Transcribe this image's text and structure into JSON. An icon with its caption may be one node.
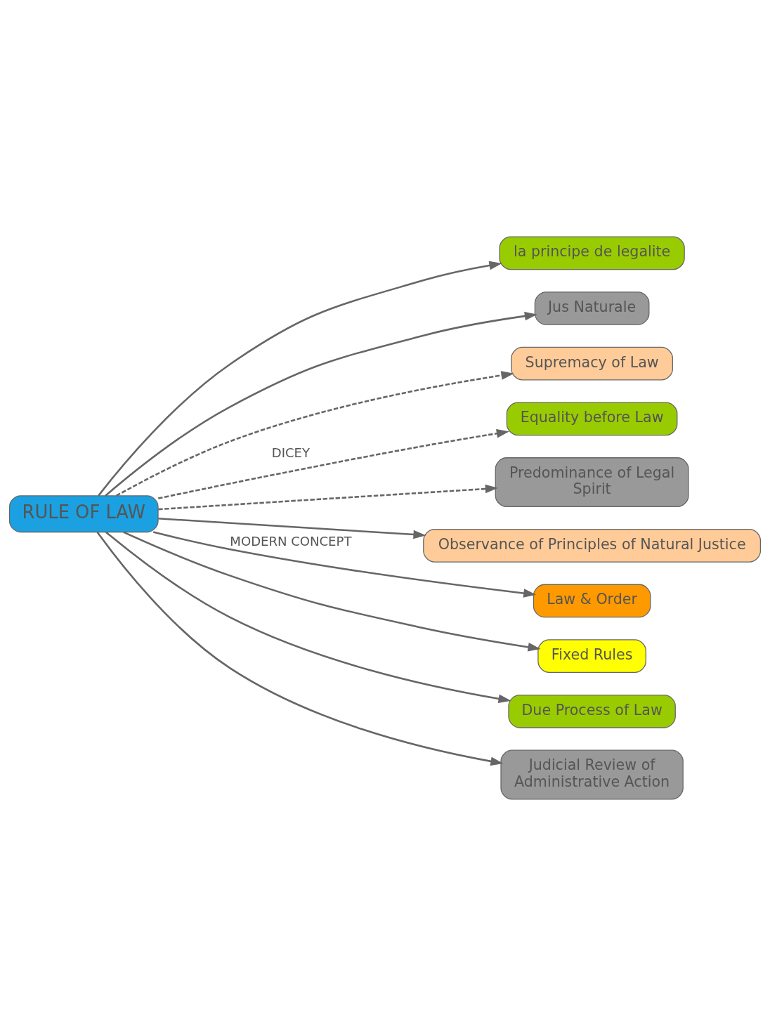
{
  "diagram": {
    "nodes": [
      {
        "text": [
          "la principe de legalite"
        ]
      },
      {
        "text": [
          "Jus Naturale"
        ]
      },
      {
        "text": [
          "Supremacy of Law"
        ]
      },
      {
        "text": [
          "Equality before Law"
        ]
      },
      {
        "text": [
          "Predominance of Legal Spirit"
        ]
      },
      {
        "text": [
          "RULE OF LAW"
        ]
      },
      {
        "text": [
          "Observance of Principles of Natural Justice"
        ]
      },
      {
        "text": [
          "Law & Order"
        ]
      },
      {
        "text": [
          "Fixed Rules"
        ]
      },
      {
        "text": [
          "Due Process of Law"
        ]
      },
      {
        "text": [
          "Judicial Review of Administrative Action"
        ]
      }
    ],
    "edges": [
      {
        "from": 5,
        "to": 0,
        "arrow": "to"
      },
      {
        "from": 5,
        "to": 1,
        "arrow": "to"
      },
      {
        "from": 5,
        "to": 2,
        "arrow": "to",
        "style": "dashed"
      },
      {
        "from": 5,
        "to": 3,
        "arrow": "to",
        "style": "dashed",
        "label": "DICEY"
      },
      {
        "from": 5,
        "to": 4,
        "arrow": "to",
        "style": "dashed"
      },
      {
        "from": 5,
        "to": 6,
        "arrow": "to"
      },
      {
        "from": 5,
        "to": 7,
        "arrow": "to",
        "label": "MODERN CONCEPT"
      },
      {
        "from": 5,
        "to": 8,
        "arrow": "to"
      },
      {
        "from": 5,
        "to": 9,
        "arrow": "to"
      },
      {
        "from": 5,
        "to": 10,
        "arrow": "to"
      }
    ]
  }
}
